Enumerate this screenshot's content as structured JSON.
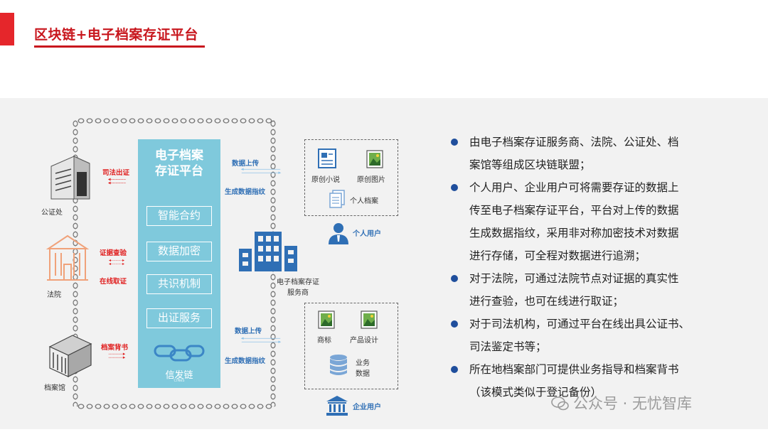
{
  "header": {
    "title": "区块链+电子档案存证平台"
  },
  "diagram": {
    "platform": {
      "title_line1": "电子档案",
      "title_line2": "存证平台",
      "functions": [
        "智能合约",
        "数据加密",
        "共识机制",
        "出证服务"
      ],
      "logo_text": "信发链",
      "logo_sub": "CINeS"
    },
    "left_nodes": {
      "notary": {
        "label": "公证处",
        "action": "司法出证"
      },
      "court": {
        "label": "法院",
        "action1": "证据查验",
        "action2": "在线取证"
      },
      "archive": {
        "label": "档案馆",
        "action": "档案背书"
      }
    },
    "provider": {
      "label_line1": "电子档案存证",
      "label_line2": "服务商"
    },
    "top_flow": {
      "upload": "数据上传",
      "fingerprint": "生成数据指纹"
    },
    "bottom_flow": {
      "upload": "数据上传",
      "fingerprint": "生成数据指纹"
    },
    "personal_box": {
      "items": [
        "原创小说",
        "原创图片",
        "个人档案"
      ],
      "user_label": "个人用户"
    },
    "enterprise_box": {
      "items": [
        "商标",
        "产品设计"
      ],
      "data_line1": "业务",
      "data_line2": "数据",
      "user_label": "企业用户"
    },
    "icons": {
      "building": "office-building-icon",
      "court": "court-building-icon",
      "archive": "archive-building-icon",
      "provider": "provider-building-icon",
      "document": "document-icon",
      "image": "image-icon",
      "files": "files-icon",
      "user": "user-icon",
      "database": "database-icon",
      "bank": "bank-icon"
    }
  },
  "bullets": [
    {
      "line1": "由电子档案存证服务商、法院、公证处、档",
      "line2": "案馆等组成区块链联盟；"
    },
    {
      "line1": "个人用户、企业用户可将需要存证的数据上",
      "line2": "传至电子档案存证平台，平台对上传的数据",
      "line3": "生成数据指纹，采用非对称加密技术对数据",
      "line4": "进行存储，可全程对数据进行追溯；"
    },
    {
      "line1": "对于法院，可通过法院节点对证据的真实性",
      "line2": "进行查验，也可在线进行取证；"
    },
    {
      "line1": "对于司法机构，可通过平台在线出具公证书、",
      "line2": "司法鉴定书等；"
    },
    {
      "line1": "所在地档案部门可提供业务指导和档案背书",
      "line2": "（该模式类似于登记备份）"
    }
  ],
  "watermark": "公众号 · 无忧智库",
  "colors": {
    "accent_red": "#c8161d",
    "platform_blue": "#7fc9dc",
    "bullet_blue": "#1f4e9c",
    "label_blue": "#2f6fb5",
    "label_red": "#e02020"
  }
}
